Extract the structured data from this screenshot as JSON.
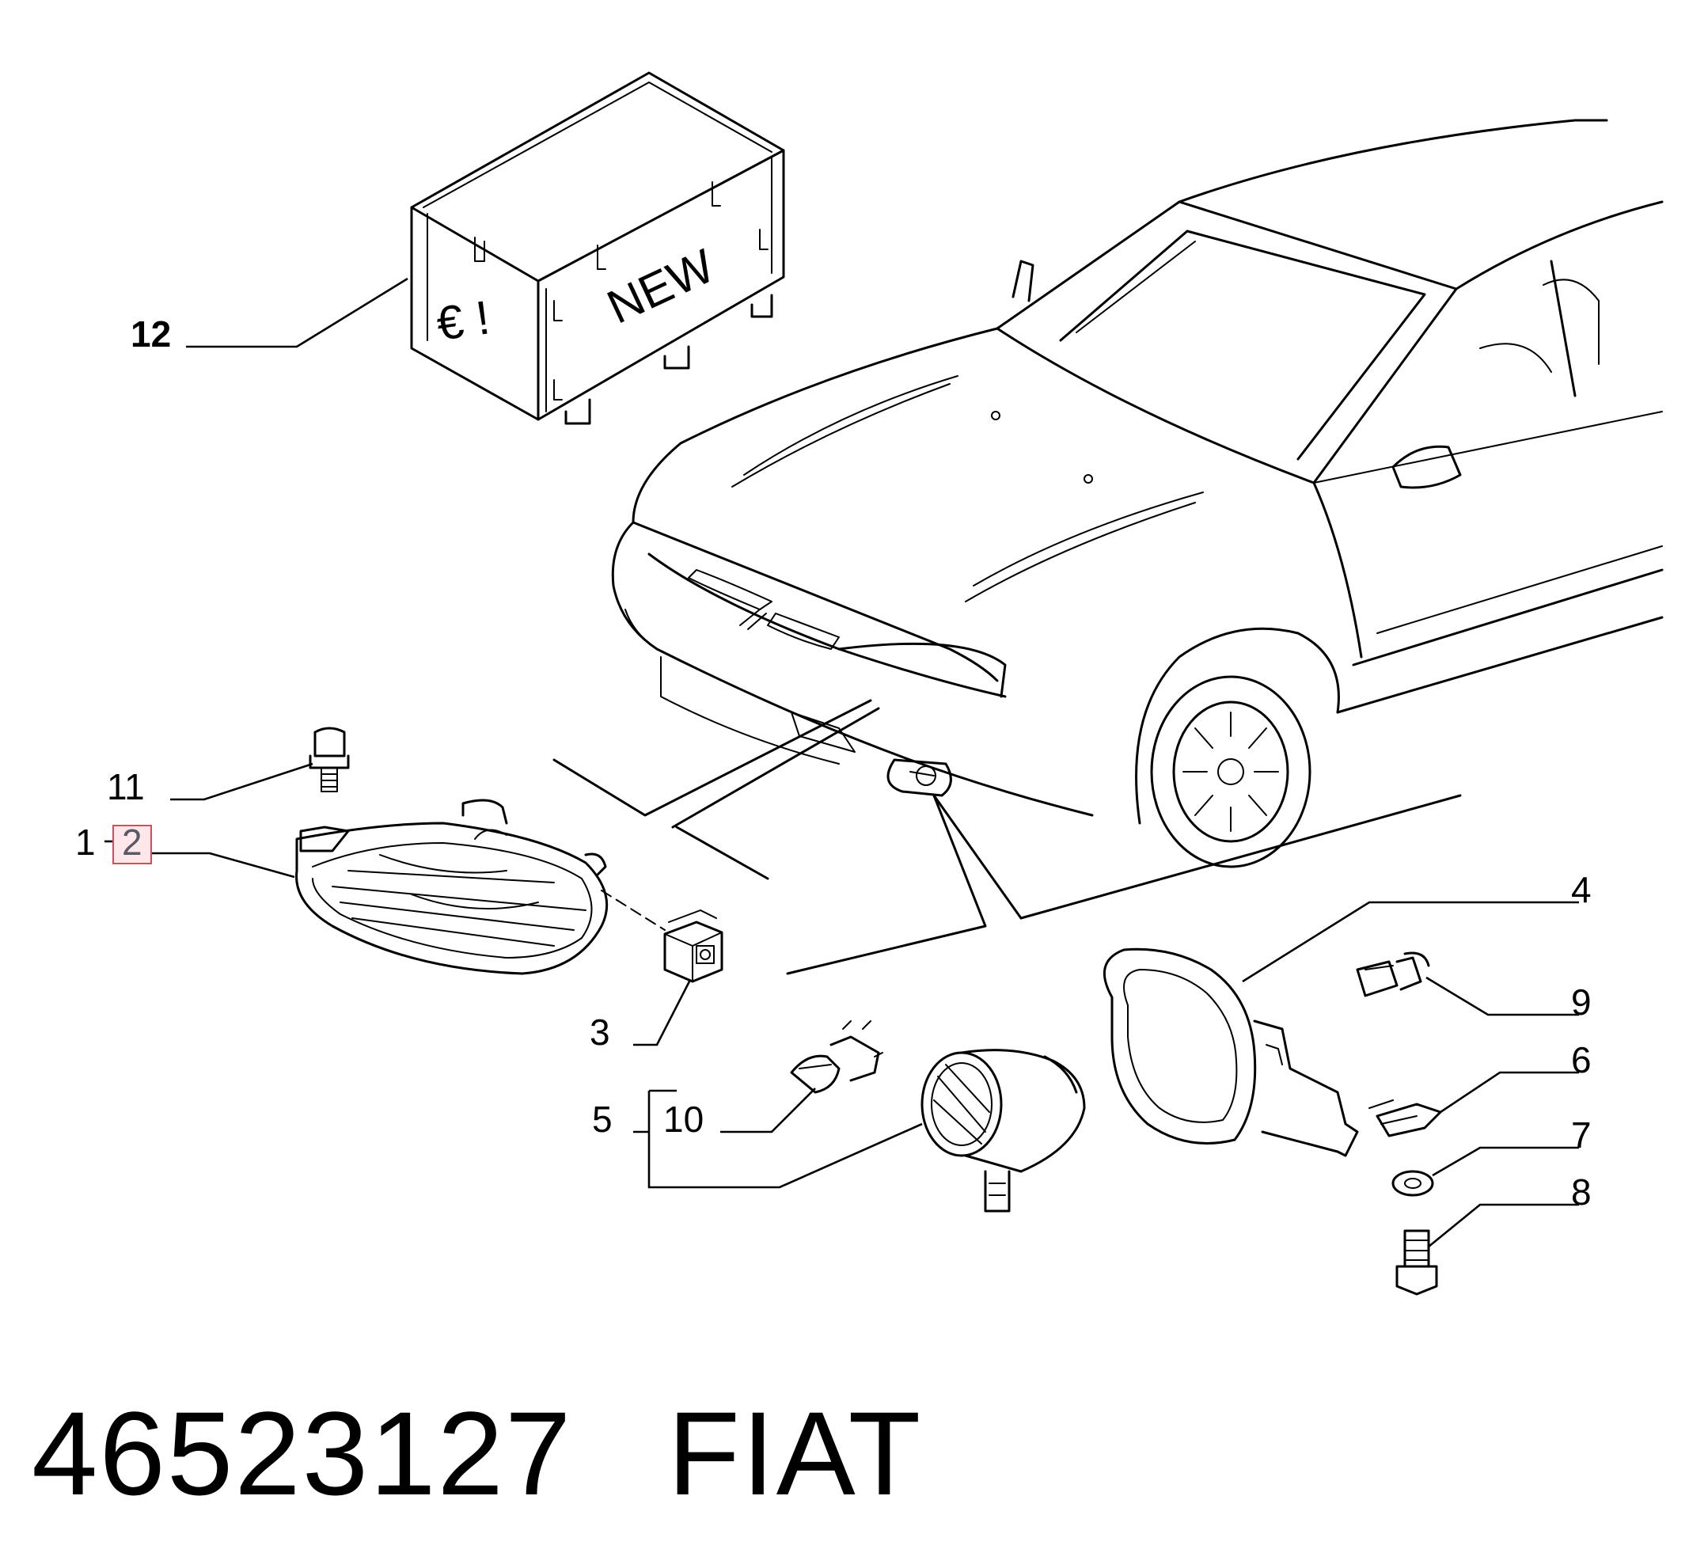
{
  "box": {
    "text_new": "NEW",
    "text_symbols": "€ !"
  },
  "callouts": {
    "c12": "12",
    "c11": "11",
    "c1": "1",
    "c2": "2",
    "c3": "3",
    "c4": "4",
    "c5": "5",
    "c10": "10",
    "c9": "9",
    "c6": "6",
    "c7": "7",
    "c8": "8"
  },
  "footer": {
    "part_number": "46523127",
    "brand": "FIAT"
  },
  "colors": {
    "highlight_border": "#d94a5a",
    "highlight_fill": "#fde7ea",
    "line": "#000000"
  }
}
